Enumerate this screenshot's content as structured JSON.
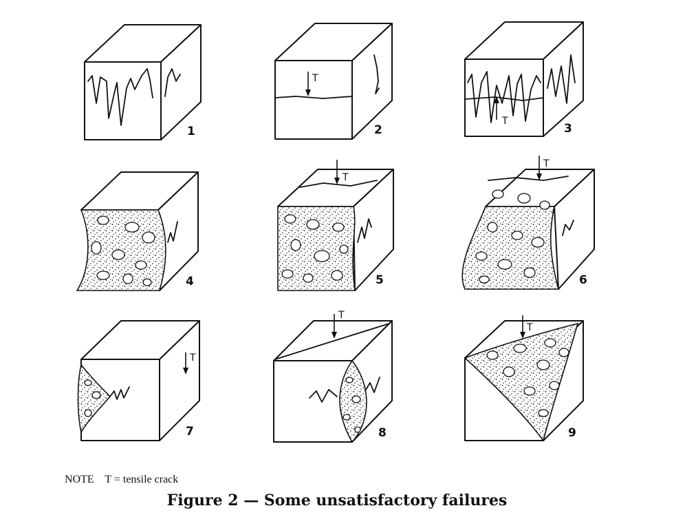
{
  "figure": {
    "panels": [
      {
        "number": "1",
        "tensile_label": ""
      },
      {
        "number": "2",
        "tensile_label": "T"
      },
      {
        "number": "3",
        "tensile_label": "T"
      },
      {
        "number": "4",
        "tensile_label": ""
      },
      {
        "number": "5",
        "tensile_label": "T"
      },
      {
        "number": "6",
        "tensile_label": "T"
      },
      {
        "number": "7",
        "tensile_label": "T"
      },
      {
        "number": "8",
        "tensile_label": "T"
      },
      {
        "number": "9",
        "tensile_label": "T"
      }
    ]
  },
  "note": "NOTE    T = tensile crack",
  "caption": "Figure 2 — Some unsatisfactory failures"
}
